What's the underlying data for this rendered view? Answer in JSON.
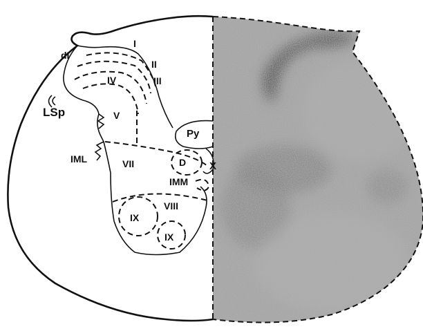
{
  "diagram": {
    "labels": {
      "dl": "dI",
      "lamina_1": "I",
      "lamina_2": "II",
      "lamina_3": "III",
      "lamina_4": "IV",
      "lamina_5": "V",
      "lamina_7": "VII",
      "lamina_8": "VIII",
      "lamina_9_upper": "IX",
      "lamina_9_lower": "IX",
      "lamina_10": "X",
      "lsp": "LSp",
      "py": "Py",
      "d": "D",
      "iml": "IML",
      "imm": "IMM"
    },
    "colors": {
      "line": "#111111",
      "background": "#ffffff",
      "autoradiograph_base": "#a4a4a4",
      "label_band": "#5a5a5a"
    }
  }
}
